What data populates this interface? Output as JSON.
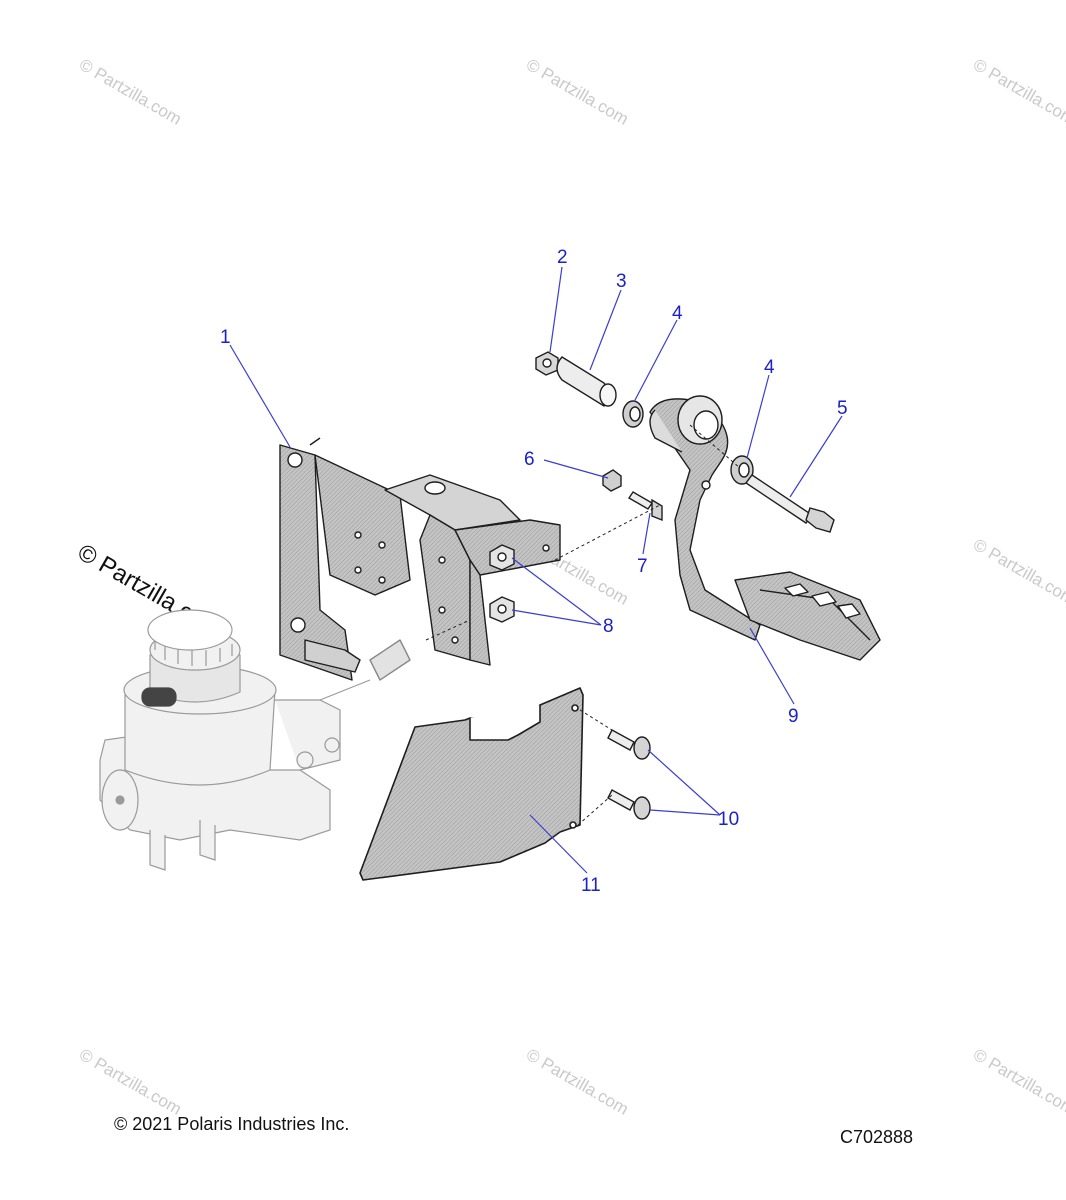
{
  "colors": {
    "callout": "#1a22c8",
    "leader": "#3a3fd0",
    "part_fill": "#b9b9b9",
    "part_stroke": "#1e1e1e",
    "ghost_fill": "#f1f1f1",
    "ghost_stroke": "#9a9a9a",
    "watermark": "#c9c9c9",
    "text": "#111111"
  },
  "callouts": [
    "1",
    "2",
    "3",
    "4",
    "4",
    "5",
    "6",
    "7",
    "8",
    "9",
    "10",
    "11"
  ],
  "watermark": {
    "text": "© Partzilla.com",
    "primary_text": "© Partzilla.com"
  },
  "footer": {
    "copyright": "© 2021 Polaris Industries Inc.",
    "drawing_number": "C702888"
  }
}
